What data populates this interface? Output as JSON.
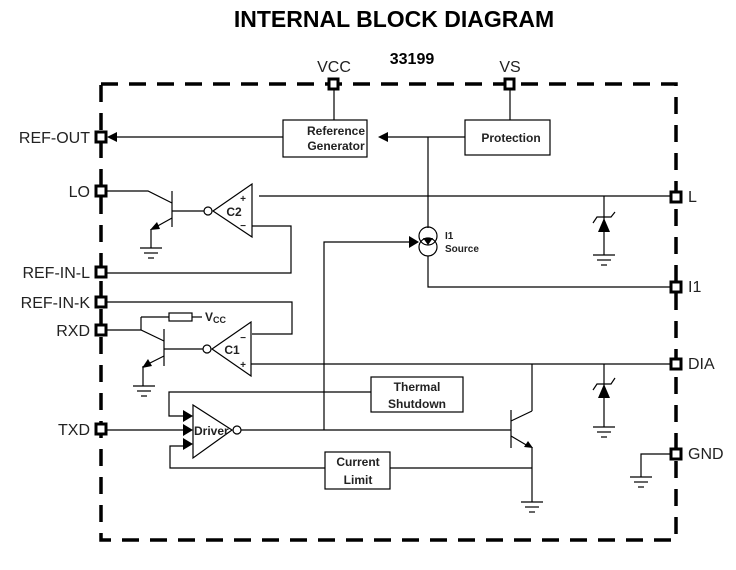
{
  "title": "INTERNAL BLOCK DIAGRAM",
  "part_number": "33199",
  "pins": {
    "vcc": "VCC",
    "vs": "VS",
    "ref_out": "REF-OUT",
    "lo": "LO",
    "ref_in_l": "REF-IN-L",
    "ref_in_k": "REF-IN-K",
    "rxd": "RXD",
    "txd": "TXD",
    "l": "L",
    "i1": "I1",
    "dia": "DIA",
    "gnd": "GND"
  },
  "blocks": {
    "reference_generator": [
      "Reference",
      "Generator"
    ],
    "protection": "Protection",
    "thermal_shutdown": [
      "Thermal",
      "Shutdown"
    ],
    "current_limit": [
      "Current",
      "Limit"
    ],
    "driver": "Driver",
    "comparator_c1": "C1",
    "comparator_c2": "C2",
    "i1_source": [
      "I1",
      "Source"
    ],
    "vcc_resistor_label": "V",
    "vcc_resistor_sub": "CC"
  },
  "symbols": {
    "plus": "+",
    "minus": "−"
  }
}
